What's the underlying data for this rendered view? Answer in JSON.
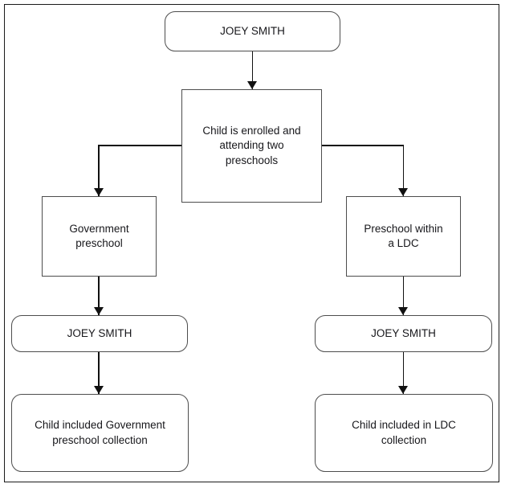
{
  "diagram": {
    "title": "Child enrolled in two preschools flowchart",
    "border_color": "#1a1a1a",
    "node_border_color": "#4d4d4d",
    "connector_color": "#111111",
    "text_color": "#17171b",
    "background": "#ffffff"
  },
  "nodes": {
    "top": {
      "label": "JOEY SMITH",
      "shape": "rounded-rectangle"
    },
    "enrolled": {
      "label": "Child is enrolled and\nattending two\npreschools",
      "shape": "rectangle"
    },
    "government_preschool": {
      "label": "Government\npreschool",
      "shape": "rectangle"
    },
    "ldc_preschool": {
      "label": "Preschool within\na LDC",
      "shape": "rectangle"
    },
    "joey_left": {
      "label": "JOEY SMITH",
      "shape": "rounded-rectangle"
    },
    "joey_right": {
      "label": "JOEY SMITH",
      "shape": "rounded-rectangle"
    },
    "outcome_left": {
      "label": "Child included Government\npreschool collection",
      "shape": "rounded-rectangle"
    },
    "outcome_right": {
      "label": "Child included in LDC\ncollection",
      "shape": "rounded-rectangle"
    }
  },
  "connectors": [
    {
      "from": "top",
      "to": "enrolled",
      "style": "straight-down",
      "arrow": "down"
    },
    {
      "from": "enrolled",
      "to": "government_preschool",
      "style": "elbow-left",
      "arrow": "down"
    },
    {
      "from": "enrolled",
      "to": "ldc_preschool",
      "style": "elbow-right",
      "arrow": "down"
    },
    {
      "from": "government_preschool",
      "to": "joey_left",
      "style": "straight-down",
      "arrow": "down"
    },
    {
      "from": "ldc_preschool",
      "to": "joey_right",
      "style": "straight-down",
      "arrow": "down"
    },
    {
      "from": "joey_left",
      "to": "outcome_left",
      "style": "straight-down",
      "arrow": "down"
    },
    {
      "from": "joey_right",
      "to": "outcome_right",
      "style": "straight-down",
      "arrow": "down"
    }
  ]
}
